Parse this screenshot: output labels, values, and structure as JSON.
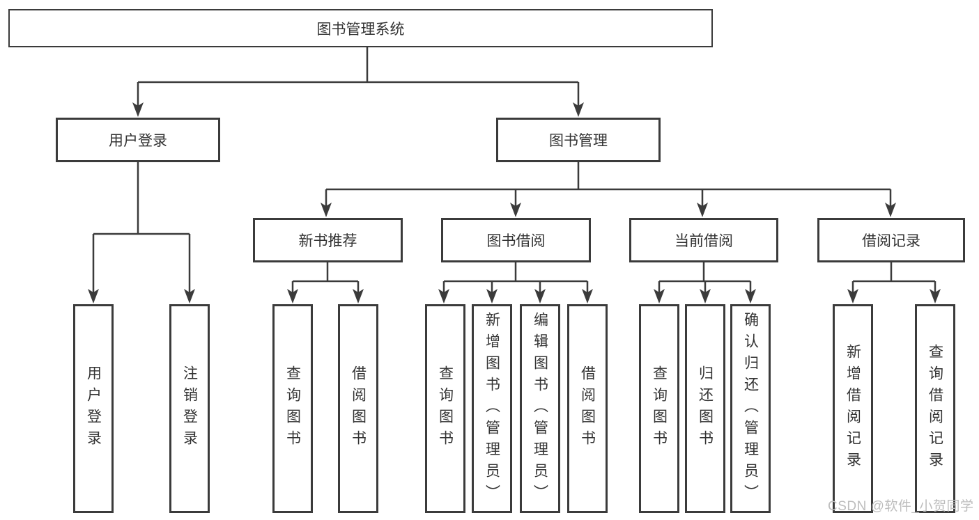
{
  "diagram": {
    "root": {
      "label": "图书管理系统"
    },
    "level2": [
      {
        "label": "用户登录"
      },
      {
        "label": "图书管理"
      }
    ],
    "level3": [
      {
        "label": "新书推荐"
      },
      {
        "label": "图书借阅"
      },
      {
        "label": "当前借阅"
      },
      {
        "label": "借阅记录"
      }
    ],
    "leaves": {
      "user_login": [
        {
          "label": "用户登录"
        },
        {
          "label": "注销登录"
        }
      ],
      "new_book": [
        {
          "label": "查询图书"
        },
        {
          "label": "借阅图书"
        }
      ],
      "book_borrow": [
        {
          "label": "查询图书"
        },
        {
          "label": "新增图书（管理员）"
        },
        {
          "label": "编辑图书（管理员）"
        },
        {
          "label": "借阅图书"
        }
      ],
      "current_borrow": [
        {
          "label": "查询图书"
        },
        {
          "label": "归还图书"
        },
        {
          "label": "确认归还（管理员）"
        }
      ],
      "borrow_record": [
        {
          "label": "新增借阅记录"
        },
        {
          "label": "查询借阅记录"
        }
      ]
    }
  },
  "watermark": "CSDN @软件_小贺同学",
  "colors": {
    "line": "#3b3b3b",
    "border": "#3b3b3b",
    "text": "#333333",
    "watermark": "#bdbdbd",
    "background": "#ffffff"
  }
}
